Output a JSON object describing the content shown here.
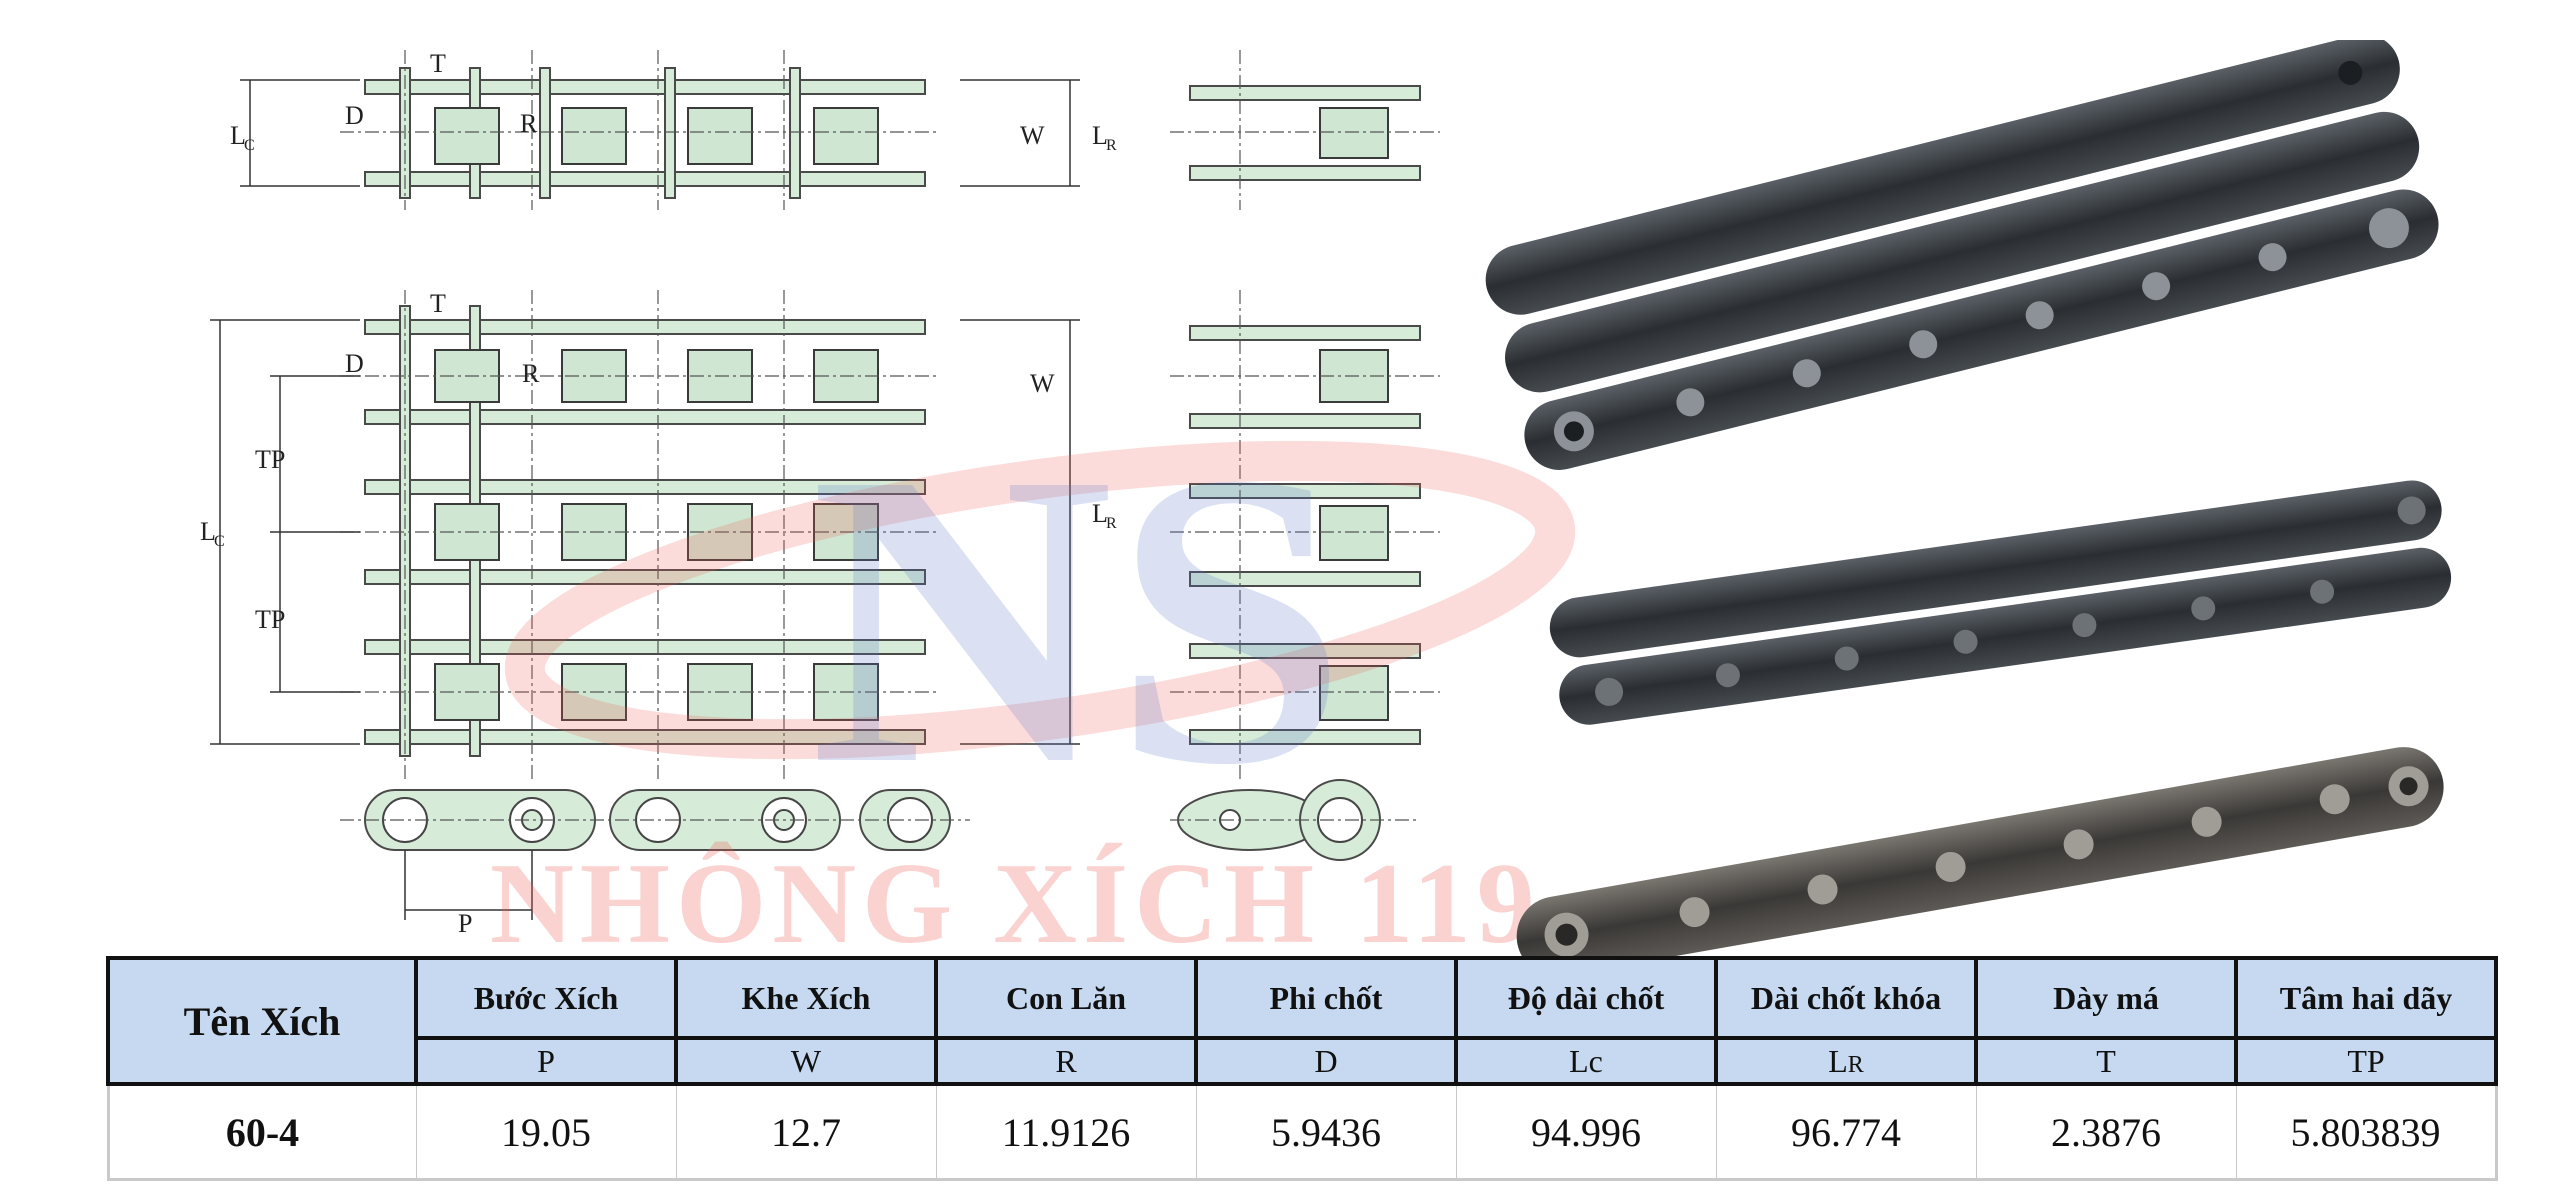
{
  "diagram": {
    "labels": {
      "T": "T",
      "D": "D",
      "R": "R",
      "W": "W",
      "Lc": "L",
      "Lc_sub": "C",
      "Lr": "L",
      "Lr_sub": "R",
      "TP": "TP",
      "P": "P"
    }
  },
  "watermark": {
    "logo": "NS",
    "text": "NHÔNG XÍCH 119"
  },
  "table": {
    "headers": [
      "Tên Xích",
      "Bước Xích",
      "Khe Xích",
      "Con Lăn",
      "Phi chốt",
      "Độ dài chốt",
      "Dài chốt khóa",
      "Dày má",
      "Tâm hai dãy"
    ],
    "symbols": [
      "P",
      "W",
      "R",
      "D",
      "Lc",
      "L",
      "T",
      "TP"
    ],
    "symbol_lr_sub": "R",
    "rows": [
      [
        "60-4",
        "19.05",
        "12.7",
        "11.9126",
        "5.9436",
        "94.996",
        "96.774",
        "2.3876",
        "5.803839"
      ]
    ]
  },
  "colors": {
    "header_bg": "#c6d9f0",
    "plate_fill": "#d6ecd8",
    "chain_dark": "#2e3236"
  }
}
